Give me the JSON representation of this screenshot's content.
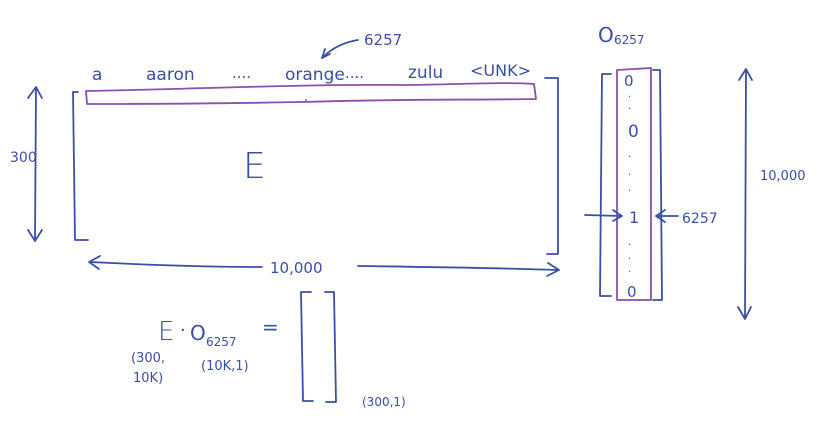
{
  "vocab": {
    "words": [
      "a",
      "aaron",
      "....",
      "orange",
      "....",
      "zulu",
      "<UNK>"
    ],
    "orange_index": "6257"
  },
  "matrix_e": {
    "label": "E",
    "rows_label": "300",
    "cols_label": "10,000"
  },
  "onehot": {
    "title": "O6257",
    "title_main": "O",
    "title_sub": "6257",
    "top_value": "0",
    "upper_value": "0",
    "hot_value": "1",
    "bottom_value": "0",
    "hot_index": "6257",
    "length_label": "10,000"
  },
  "equation": {
    "lhs_e": "E",
    "lhs_dot": "·",
    "lhs_o": "O",
    "lhs_sub": "6257",
    "equals": "=",
    "e_shape_line1": "(300,",
    "e_shape_line2": "10K)",
    "o_shape": "(10K,1)",
    "result_shape": "(300,1)"
  },
  "colors": {
    "ink": "#3a4fa8",
    "highlight": "#8a4fb0",
    "background": "#ffffff"
  }
}
